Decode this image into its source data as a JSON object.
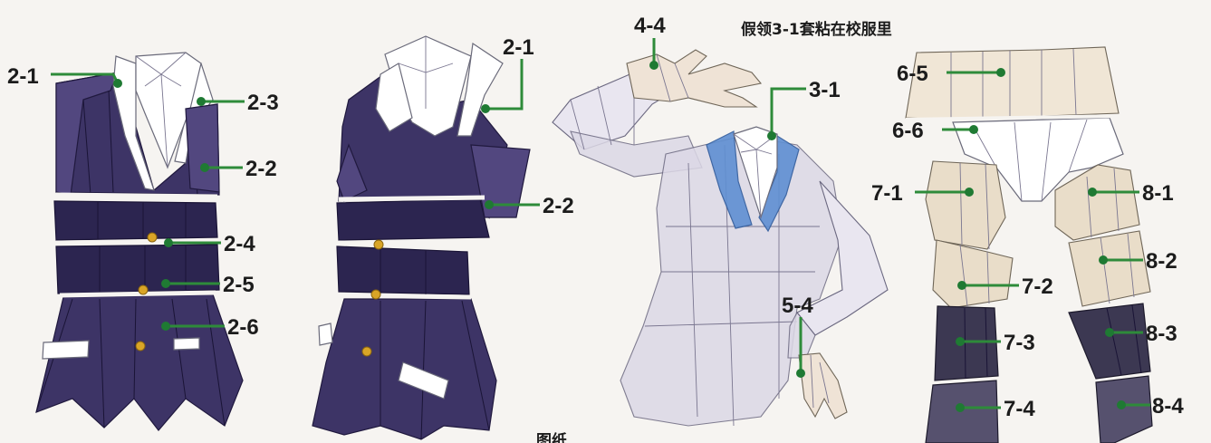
{
  "note": "假领3-1套粘在校服里",
  "caption_partial": "图纸",
  "labels": {
    "l2_1a": "2-1",
    "l2_3": "2-3",
    "l2_2a": "2-2",
    "l2_4": "2-4",
    "l2_5": "2-5",
    "l2_6": "2-6",
    "l2_1b": "2-1",
    "l2_2b": "2-2",
    "l4_4": "4-4",
    "l3_1": "3-1",
    "l5_4": "5-4",
    "l6_5": "6-5",
    "l6_6": "6-6",
    "l7_1": "7-1",
    "l7_2": "7-2",
    "l7_3": "7-3",
    "l7_4": "7-4",
    "l8_1": "8-1",
    "l8_2": "8-2",
    "l8_3": "8-3",
    "l8_4": "8-4"
  },
  "colors": {
    "uniform": "#3d3466",
    "leader": "#2e8b3a",
    "collar_blue": "#5f8fd2",
    "skin": "#e9ddc9",
    "button": "#d9a527",
    "sock": "#3c3852"
  }
}
